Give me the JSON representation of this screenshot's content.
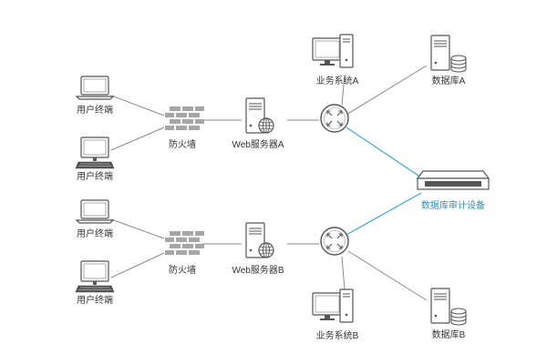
{
  "nodes": {
    "terminal_a1": "用户终端",
    "terminal_a2": "用户终端",
    "firewall_a": "防火墙",
    "web_server_a": "Web服务器A",
    "business_system_a": "业务系统A",
    "database_a": "数据库A",
    "audit_device": "数据库审计设备",
    "terminal_b1": "用户终端",
    "terminal_b2": "用户终端",
    "firewall_b": "防火墙",
    "web_server_b": "Web服务器B",
    "business_system_b": "业务系统B",
    "database_b": "数据库B"
  },
  "colors": {
    "line": "#8a8a8a",
    "accent_line": "#38a6d4",
    "accent_text": "#2a8db8",
    "firewall": "#9a9a9a",
    "device_stroke": "#7a7a7a"
  },
  "icons": {
    "terminal": "laptop-icon / desktop-icon",
    "firewall": "brick-wall-icon",
    "web_server": "server-globe-icon",
    "router": "router-icon",
    "business_system": "workstation-icon",
    "database": "database-server-icon",
    "audit": "rack-appliance-icon"
  }
}
